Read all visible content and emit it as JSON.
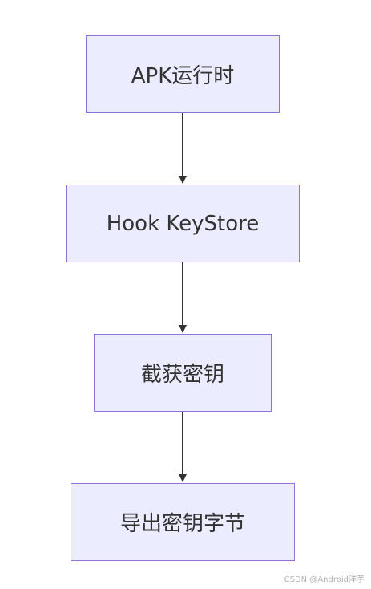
{
  "diagram": {
    "nodes": [
      {
        "id": "n1",
        "label": "APK运行时"
      },
      {
        "id": "n2",
        "label": "Hook KeyStore"
      },
      {
        "id": "n3",
        "label": "截获密钥"
      },
      {
        "id": "n4",
        "label": "导出密钥字节"
      }
    ],
    "edges": [
      {
        "from": "n1",
        "to": "n2"
      },
      {
        "from": "n2",
        "to": "n3"
      },
      {
        "from": "n3",
        "to": "n4"
      }
    ],
    "colors": {
      "node_fill": "#ececff",
      "node_border": "#9370db",
      "edge": "#333333",
      "text": "#333333"
    }
  },
  "watermark": "CSDN @Android洋芋"
}
